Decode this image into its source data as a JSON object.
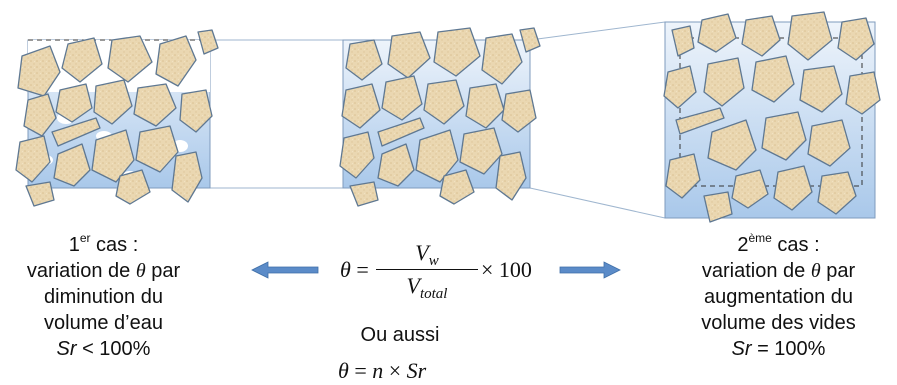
{
  "captions": {
    "left": {
      "line1_prefix": "1",
      "line1_sup": "er",
      "line1_suffix": " cas :",
      "line2_prefix": "variation de ",
      "line2_symbol": "θ",
      "line2_suffix": " par",
      "line3": "diminution du",
      "line4": "volume d’eau",
      "line5_symbol": "Sr",
      "line5_suffix": " < 100%"
    },
    "right": {
      "line1_prefix": "2",
      "line1_sup": "ème",
      "line1_suffix": " cas :",
      "line2_prefix": "variation de ",
      "line2_symbol": "θ",
      "line2_suffix": " par",
      "line3": "augmentation du",
      "line4": "volume des vides",
      "line5_symbol": "Sr",
      "line5_suffix": " = 100%"
    }
  },
  "center": {
    "formula1": {
      "lhs": "θ",
      "equals": "=",
      "numerator": "V",
      "numerator_sub": "w",
      "denominator": "V",
      "denominator_sub": "total",
      "times": "×",
      "factor": "100"
    },
    "separator": "Ou aussi",
    "formula2": {
      "lhs": "θ",
      "equals": "=",
      "a": "n",
      "times": "×",
      "b": "Sr"
    }
  },
  "colors": {
    "water_light": "#eef4fb",
    "water_dark": "#a9c8ea",
    "box_border": "#7f9bbd",
    "grain_fill": "#ead7b1",
    "grain_stroke": "#5f7892",
    "void": "#ffffff",
    "arrow": "#5b8bc8",
    "connector": "#9fb6cf",
    "dashed": "#333333"
  }
}
